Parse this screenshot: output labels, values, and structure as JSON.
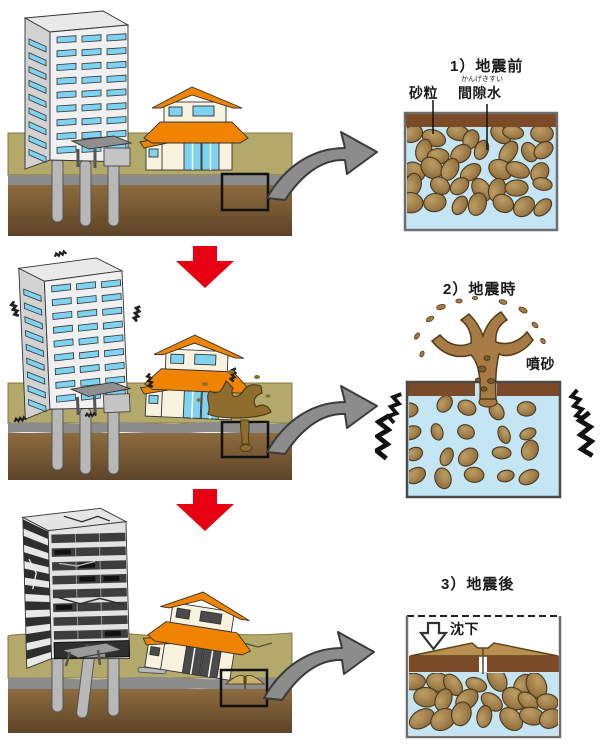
{
  "diagram": {
    "subject": "soil-liquefaction-process",
    "steps": [
      {
        "id": "before",
        "title": "1）地震前",
        "labels": {
          "sand_grain": "砂粒",
          "pore_water_ruby": "かんげきすい",
          "pore_water": "間隙水"
        }
      },
      {
        "id": "during",
        "title": "2）地震時",
        "labels": {
          "sand_boil": "噴砂"
        }
      },
      {
        "id": "after",
        "title": "3）地震後",
        "labels": {
          "settlement": "沈下"
        }
      }
    ]
  },
  "colors": {
    "accent_red": "#e60012",
    "surface_soil_brown": "#7b4a26",
    "pore_water_blue": "#c3e5f4",
    "sand_grain_brown": "#8a6634",
    "ground_olive": "#b3a96b",
    "hard_layer_gray": "#8c8c8c",
    "callout_arrow_gray": "#8c8c8c",
    "roof_orange": "#f08300",
    "window_blue": "#7fd2f0"
  }
}
